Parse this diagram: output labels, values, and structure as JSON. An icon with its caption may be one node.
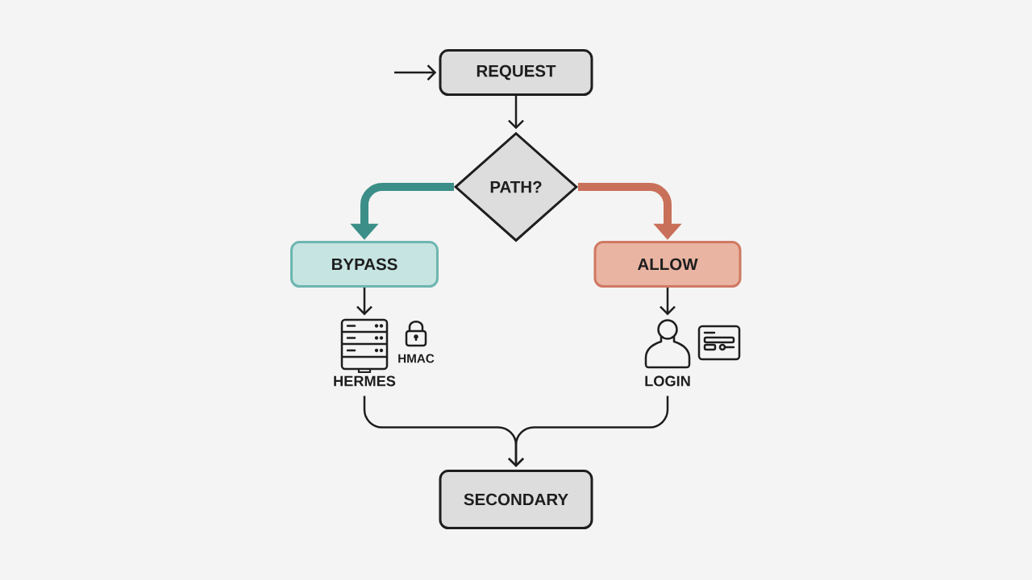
{
  "diagram": {
    "nodes": [
      {
        "text": [
          "REQUEST"
        ]
      },
      {
        "text": [
          "PATH?"
        ]
      },
      {
        "text": [
          "BYPASS"
        ]
      },
      {
        "text": [
          "ALLOW"
        ]
      },
      {
        "text": [
          "HERMES"
        ],
        "beside": [
          "HMAC"
        ]
      },
      {
        "text": [
          "LOGIN"
        ]
      },
      {
        "text": [
          "SECONDARY"
        ]
      }
    ],
    "edges": [
      {
        "from": null,
        "to": 0,
        "arrow": "to"
      },
      {
        "from": 0,
        "to": 1,
        "arrow": "to"
      },
      {
        "from": 1,
        "to": 2,
        "arrow": "to",
        "style": "thick",
        "color": "#3b8f88"
      },
      {
        "from": 1,
        "to": 3,
        "arrow": "to",
        "style": "thick",
        "color": "#c9705a"
      },
      {
        "from": 2,
        "to": 4,
        "arrow": "to"
      },
      {
        "from": 3,
        "to": 5,
        "arrow": "to"
      },
      {
        "from": 4,
        "to": 6,
        "arrow": "to"
      },
      {
        "from": 5,
        "to": 6,
        "arrow": "to"
      }
    ]
  }
}
